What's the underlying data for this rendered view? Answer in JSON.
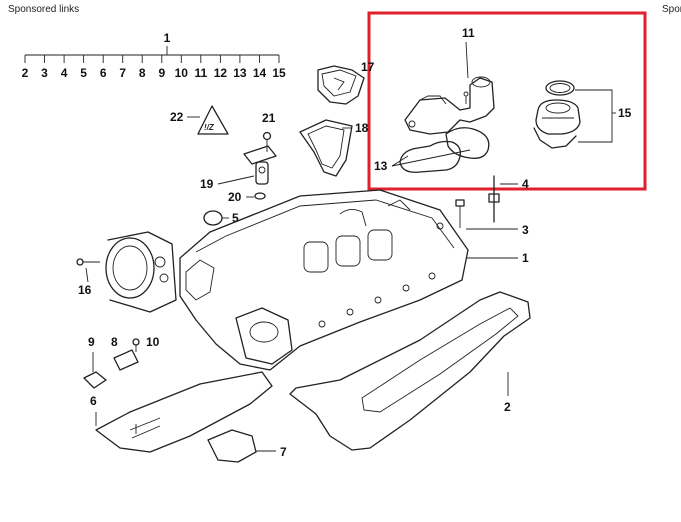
{
  "sponsored_left": "Sponsored links",
  "sponsored_right": "Spon",
  "diagram": {
    "top_callout": "1",
    "number_row": [
      "2",
      "3",
      "4",
      "5",
      "6",
      "7",
      "8",
      "9",
      "10",
      "11",
      "12",
      "13",
      "14",
      "15"
    ],
    "callouts": {
      "c1": "1",
      "c2": "2",
      "c3": "3",
      "c4": "4",
      "c5": "5",
      "c6": "6",
      "c7": "7",
      "c8": "8",
      "c9": "9",
      "c10": "10",
      "c11": "11",
      "c13": "13",
      "c15": "15",
      "c16": "16",
      "c17": "17",
      "c18": "18",
      "c19": "19",
      "c20": "20",
      "c21": "21",
      "c22": "22"
    }
  },
  "highlight_color": "#e0202a"
}
